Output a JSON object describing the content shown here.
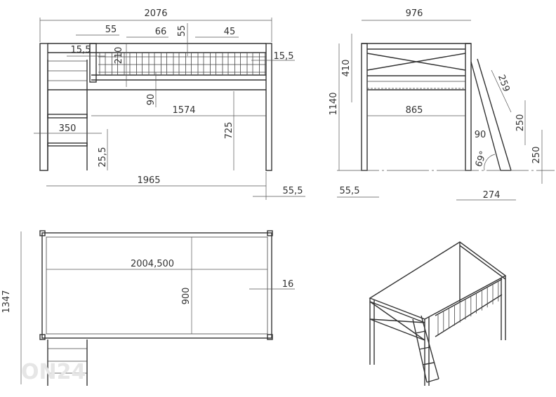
{
  "front_view": {
    "overall_length": "2076",
    "post_width_top": "55",
    "slat_spacing": "66",
    "rail_height_small": "55",
    "slat_width": "45",
    "offset_left": "15,5",
    "rail_height": "210",
    "offset_right": "15,5",
    "gap_90": "90",
    "inner_span": "1574",
    "ladder_width": "350",
    "clearance_height": "725",
    "rung_thickness": "25,5",
    "leg_span": "1965",
    "post_width_bottom": "55,5"
  },
  "side_view": {
    "overall_width": "976",
    "guard_height": "410",
    "overall_height": "1140",
    "inner_width": "865",
    "ladder_step_diag": "259",
    "ladder_width": "90",
    "step_height_1": "250",
    "step_height_2": "250",
    "ladder_angle": "69°",
    "post_width": "55,5",
    "ladder_offset": "274"
  },
  "top_view": {
    "overall_depth": "1347",
    "inner_length": "2004,500",
    "inner_width": "900",
    "rail_thickness": "16"
  },
  "watermark": "ON24"
}
